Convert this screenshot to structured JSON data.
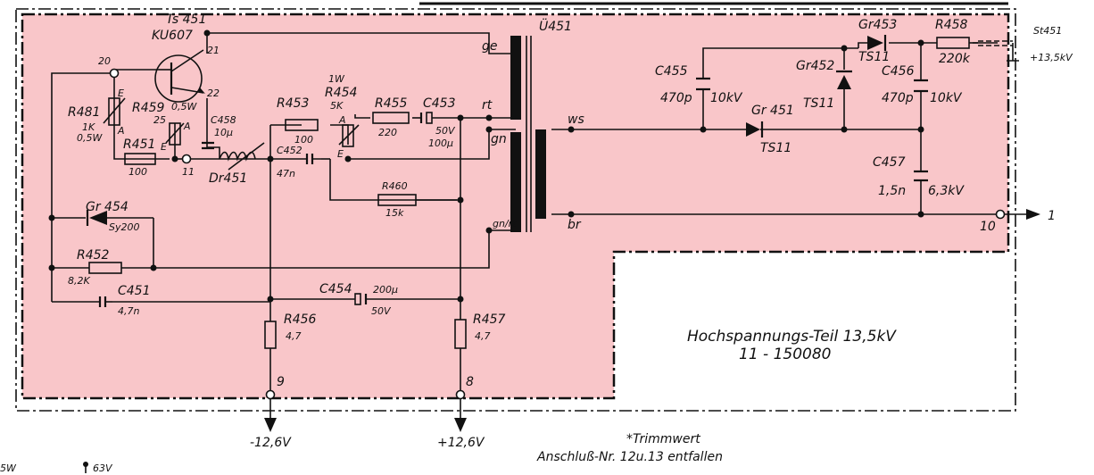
{
  "module": {
    "title": "Hochspannungs-Teil 13,5kV",
    "number": "11 - 150080",
    "transformer": "Ü451",
    "note_mark": "*Trimmwert",
    "note_text": "Anschluß-Nr. 12u.13 entfallen",
    "fill_color": "#f9c6c9"
  },
  "transistor": {
    "ref": "Ts 451",
    "type": "KU607",
    "pin_c": "21",
    "pin_b": "22"
  },
  "resistors": {
    "r481": {
      "ref": "R481",
      "value": "1K",
      "power": "0,5W",
      "tap_e": "E",
      "tap_a": "A"
    },
    "r459": {
      "ref": "R459",
      "power": "0,5W",
      "pin": "25",
      "tap_a": "A",
      "tap_e": "E"
    },
    "r451": {
      "ref": "R451",
      "value": "100"
    },
    "r453": {
      "ref": "R453",
      "value": "100"
    },
    "r454": {
      "ref": "R454",
      "value": "5K",
      "power": "1W",
      "tap_a": "A",
      "tap_e": "E"
    },
    "r455": {
      "ref": "R455",
      "value": "220"
    },
    "r460": {
      "ref": "R460",
      "value": "15k"
    },
    "r452": {
      "ref": "R452",
      "value": "8,2K"
    },
    "r456": {
      "ref": "R456",
      "value": "4,7"
    },
    "r457": {
      "ref": "R457",
      "value": "4,7"
    },
    "r458": {
      "ref": "R458",
      "value": "220k"
    }
  },
  "capacitors": {
    "c458": {
      "ref": "C458",
      "value": "10µ"
    },
    "c452": {
      "ref": "C452",
      "value": "47n"
    },
    "c453": {
      "ref": "C453",
      "voltage": "50V",
      "value": "100µ"
    },
    "c451": {
      "ref": "C451",
      "value": "4,7n"
    },
    "c454": {
      "ref": "C454",
      "value": "200µ",
      "voltage": "50V"
    },
    "c455": {
      "ref": "C455",
      "value": "470p",
      "voltage": "10kV"
    },
    "c456": {
      "ref": "C456",
      "value": "470p",
      "voltage": "10kV"
    },
    "c457": {
      "ref": "C457",
      "value": "1,5n",
      "voltage": "6,3kV"
    }
  },
  "diodes": {
    "gr454": {
      "ref": "Gr 454",
      "type": "Sy200"
    },
    "gr451": {
      "ref": "Gr 451",
      "type": "TS11"
    },
    "gr452": {
      "ref": "Gr452",
      "type": "TS11"
    },
    "gr453": {
      "ref": "Gr453",
      "type": "TS11"
    }
  },
  "choke": {
    "ref": "Dr451"
  },
  "pins": {
    "p20": "20",
    "p11": "11",
    "p9": "9",
    "p8": "8",
    "p10": "10"
  },
  "windings": {
    "ge": "ge",
    "rt": "rt",
    "gn": "gn",
    "gnrt": "gn/rt",
    "ws": "ws",
    "br": "br"
  },
  "supplies": {
    "neg": "-12,6V",
    "pos": "+12,6V"
  },
  "outputs": {
    "st451": "St451",
    "hv": "+13,5kV",
    "arrow_label": "1"
  },
  "edge_fragments": {
    "left": "5W",
    "mid": "63V"
  }
}
